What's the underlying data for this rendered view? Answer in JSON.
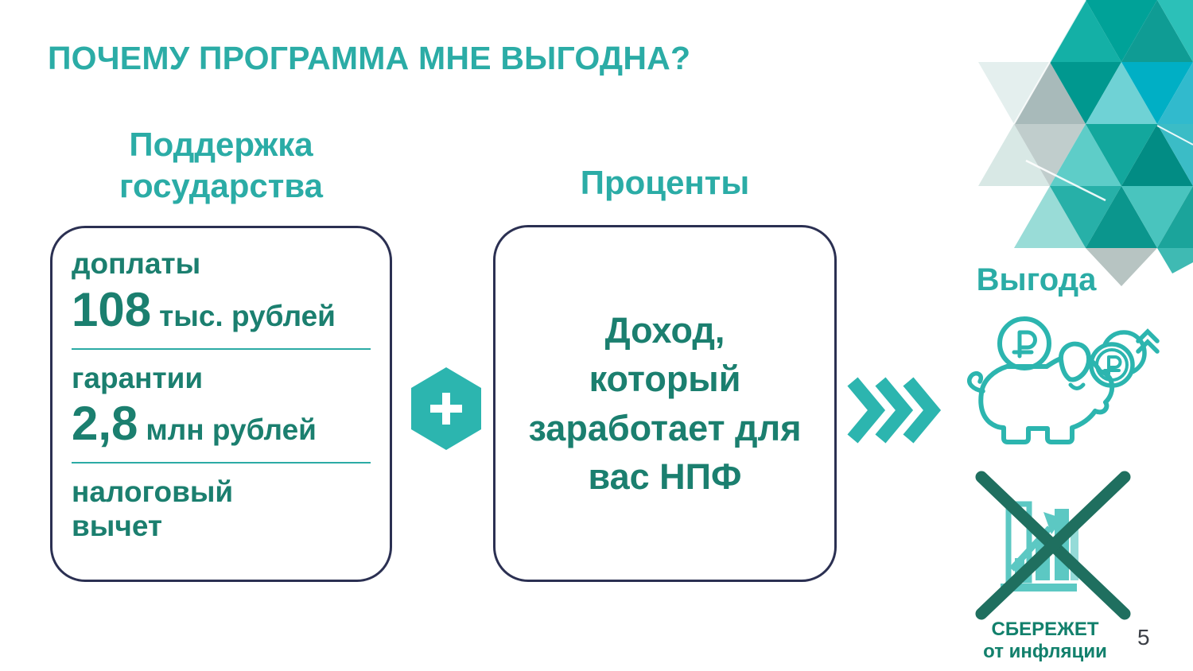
{
  "slide": {
    "title": "ПОЧЕМУ ПРОГРАММА МНЕ ВЫГОДНА?",
    "page_number": "5"
  },
  "support": {
    "header": "Поддержка\nгосударства",
    "rows": [
      {
        "label": "доплаты",
        "value": "108",
        "unit": "тыс. рублей"
      },
      {
        "label": "гарантии",
        "value": "2,8",
        "unit": "млн рублей"
      },
      {
        "label": "налоговый\nвычет",
        "value": "",
        "unit": ""
      }
    ]
  },
  "plus_sign": "+",
  "interest": {
    "header": "Проценты",
    "body": "Доход,\nкоторый\nзаработает для\nвас НПФ"
  },
  "benefit": {
    "header": "Выгода",
    "caption": "СБЕРЕЖЕТ\nот инфляции"
  },
  "icons": {
    "plus_hexagon": "plus-in-hexagon",
    "flow_arrow": "triple-chevron-right",
    "piggy_bank": "piggy-bank-with-ruble-coin",
    "coins": "ruble-coins-growing",
    "inflation_chart": "growth-bar-chart",
    "cross": "crossed-out-x",
    "mosaic": "teal-triangle-mosaic"
  },
  "colors": {
    "accent_teal": "#2BACA6",
    "deep_green_text": "#1B7F6F",
    "border_navy": "#2B3052",
    "icon_teal": "#2CB5AF",
    "light_icon_teal": "#5CC8C3",
    "cross_green": "#1F6F5F",
    "caption_green": "#12806C",
    "page_number_gray": "#3B3F46"
  }
}
